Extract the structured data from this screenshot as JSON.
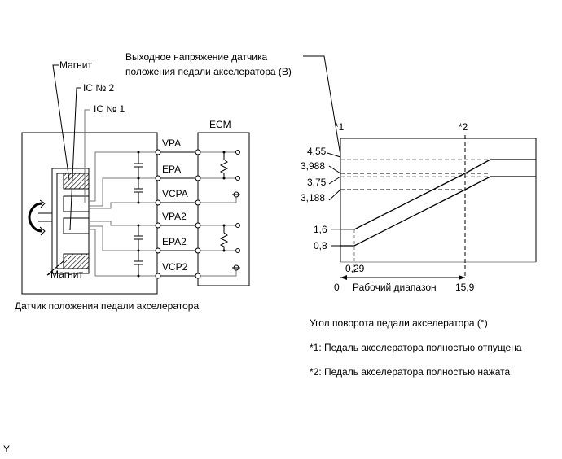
{
  "diagram": {
    "sensor": {
      "caption": "Датчик положения педали акселератора",
      "callouts": {
        "magnet_top": "Магнит",
        "ic2": "IC № 2",
        "ic1": "IC № 1",
        "magnet_bottom": "Магнит"
      },
      "icons": {
        "rotation": "rotation-arrow-icon"
      }
    },
    "ecm": {
      "label": "ECM"
    },
    "terminals": [
      "VPA",
      "EPA",
      "VCPA",
      "VPA2",
      "EPA2",
      "VCP2"
    ]
  },
  "chart_data": {
    "type": "line",
    "title": "Выходное напряжение датчика положения педали акселератора (В)",
    "ylabel": "Выходное напряжение датчика положения педали акселератора (В)",
    "xlabel": "Угол поворота педали акселератора (°)",
    "x_ticks": [
      "0",
      "0,29",
      "15,9"
    ],
    "y_ticks": [
      "4,55",
      "3,988",
      "3,75",
      "3,188",
      "1,6",
      "0,8"
    ],
    "range_label": "Рабочий диапазон",
    "markers": [
      {
        "label": "*1",
        "x": 0
      },
      {
        "label": "*2",
        "x": 15.9
      }
    ],
    "series": [
      {
        "name": "VPA2",
        "points": [
          [
            0,
            1.6
          ],
          [
            0.29,
            1.6
          ],
          [
            15.9,
            3.988
          ],
          [
            18,
            4.55
          ],
          [
            23,
            4.55
          ]
        ]
      },
      {
        "name": "VPA",
        "points": [
          [
            0,
            0.8
          ],
          [
            0.29,
            0.8
          ],
          [
            15.9,
            3.188
          ],
          [
            18,
            3.75
          ],
          [
            23,
            3.75
          ]
        ]
      }
    ],
    "notes": [
      "*1: Педаль акселератора полностью отпущена",
      "*2: Педаль акселератора полностью нажата"
    ]
  },
  "footer": {
    "mark": "Y"
  }
}
